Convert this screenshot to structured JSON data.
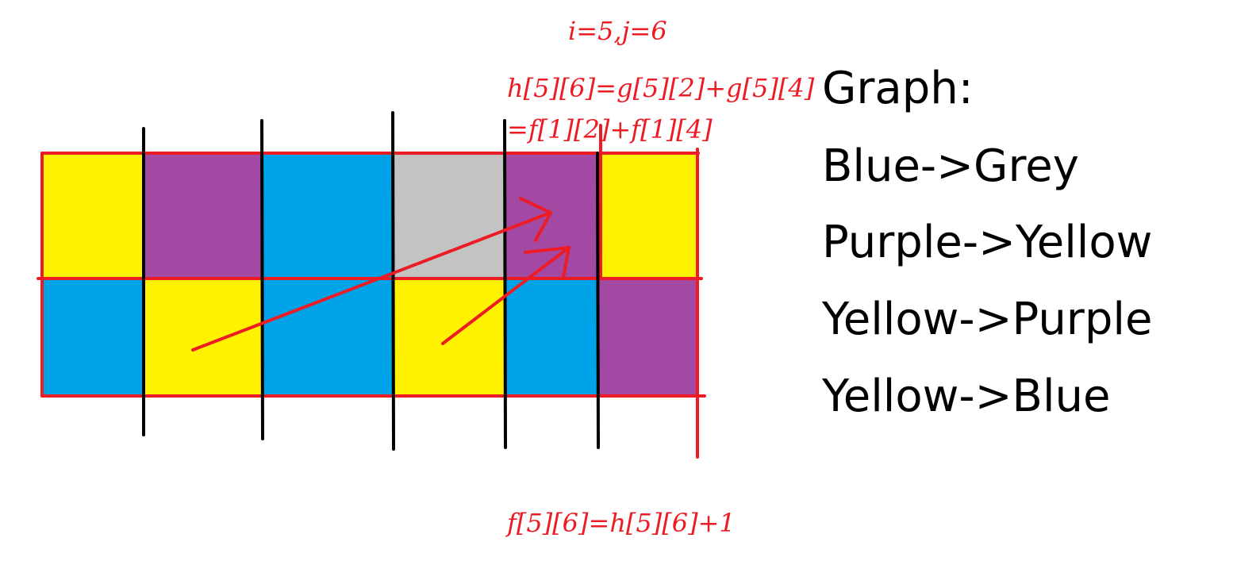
{
  "colors": {
    "yellow": "#FFF200",
    "purple": "#A349A4",
    "blue": "#00A2E8",
    "grey": "#C3C3C3",
    "red": "#ED1C24",
    "black": "#000000"
  },
  "grid": {
    "top_row": [
      "yellow",
      "purple",
      "blue",
      "grey",
      "purple",
      "yellow"
    ],
    "bottom_row": [
      "blue",
      "yellow",
      "blue",
      "yellow",
      "blue",
      "purple"
    ]
  },
  "annotations": {
    "indices": "i=5,j=6",
    "h_formula": "h[5][6]=g[5][2]+g[5][4]",
    "f_sum": "=f[1][2]+f[1][4]",
    "f_formula": "f[5][6]=h[5][6]+1"
  },
  "legend": {
    "title": "Graph:",
    "items": [
      "Blue->Grey",
      "Purple->Yellow",
      "Yellow->Purple",
      "Yellow->Blue"
    ]
  }
}
